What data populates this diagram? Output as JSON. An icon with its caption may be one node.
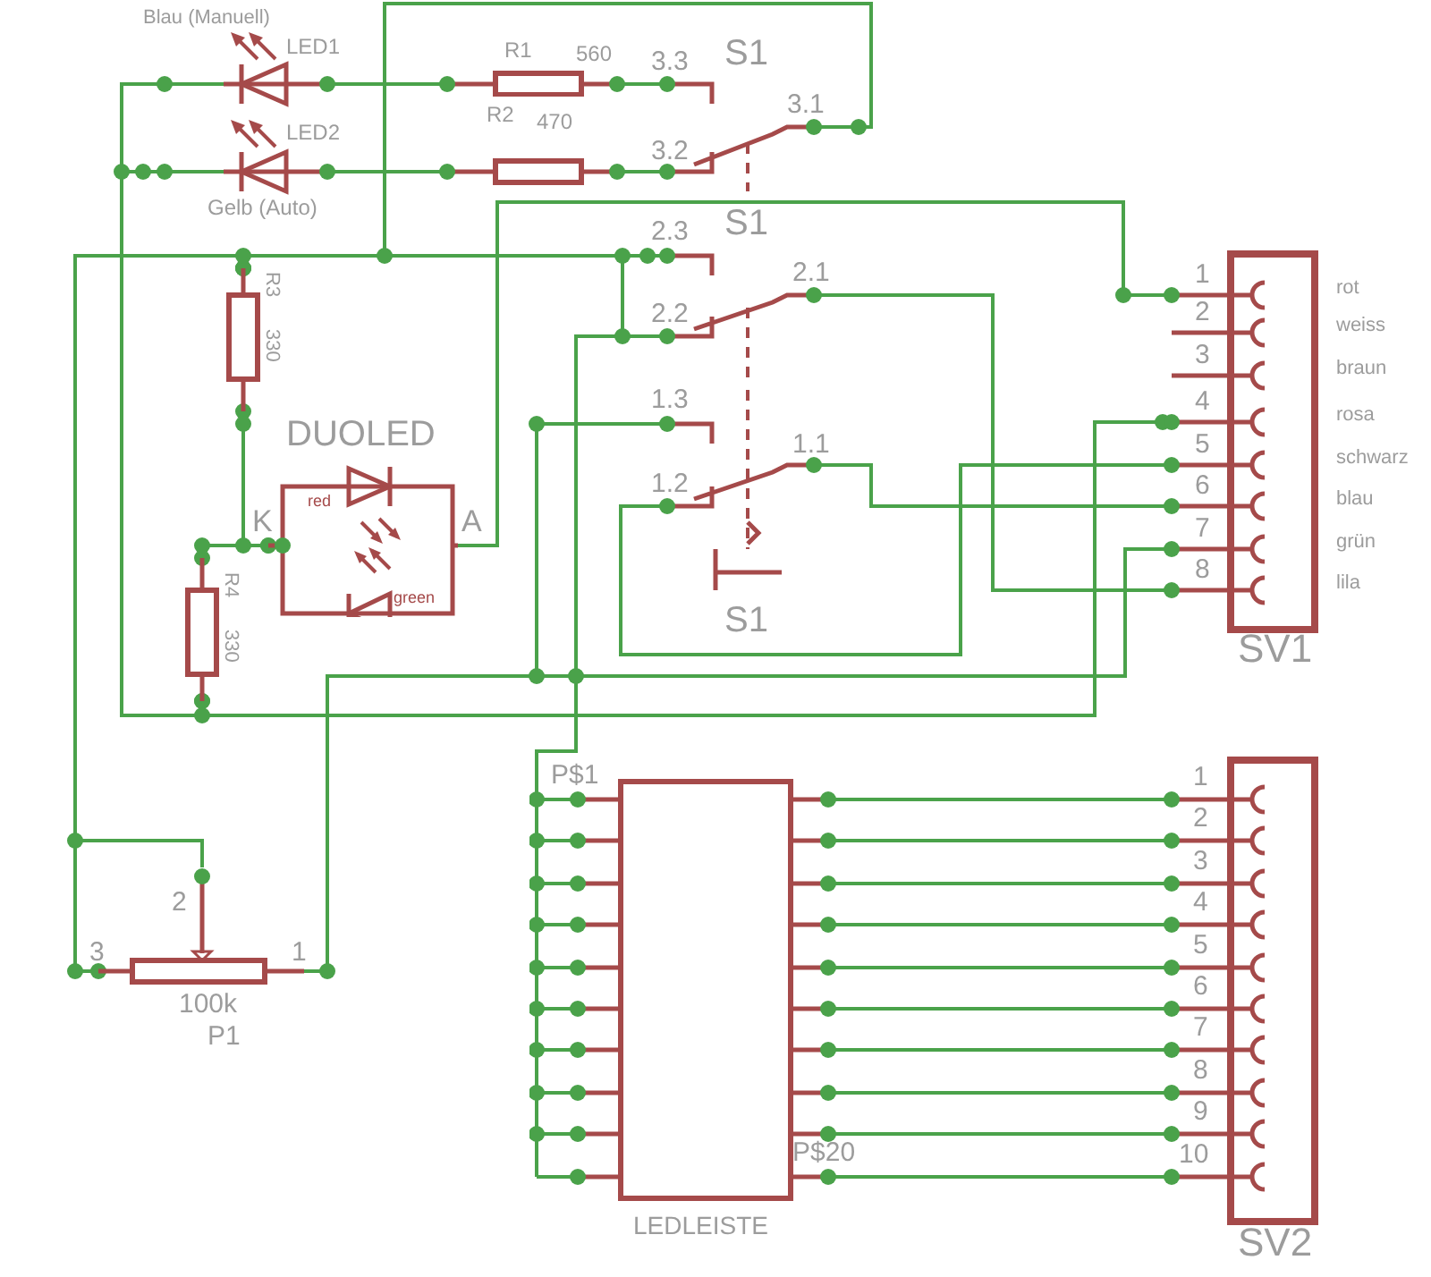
{
  "diagram": {
    "nodes": [
      {
        "text": [
          "LED1"
        ],
        "beside": [
          "Blau (Manuell)"
        ]
      },
      {
        "text": [
          "LED2"
        ],
        "beside": [
          "Gelb (Auto)"
        ]
      },
      {
        "text": [
          "R1",
          "560"
        ]
      },
      {
        "text": [
          "R2",
          "470"
        ]
      },
      {
        "text": [
          "S1"
        ]
      },
      {
        "text": [
          "S1"
        ]
      },
      {
        "text": [
          "S1"
        ]
      },
      {
        "text": [
          "R3"
        ],
        "beside": [
          "330"
        ]
      },
      {
        "text": [
          "DUOLED"
        ]
      },
      {
        "text": [
          "R4"
        ],
        "beside": [
          "330"
        ]
      },
      {
        "text": [
          "100k",
          "P1"
        ]
      },
      {
        "text": [
          "SV1"
        ]
      },
      {
        "text": [
          "LEDLEISTE"
        ]
      },
      {
        "text": [
          "SV2"
        ]
      }
    ],
    "edges": [
      {
        "from": 0,
        "to": 2,
        "arrow": "none"
      },
      {
        "from": 1,
        "to": 3,
        "arrow": "none"
      },
      {
        "from": 2,
        "to": 4,
        "arrow": "none"
      },
      {
        "from": 3,
        "to": 4,
        "arrow": "none"
      },
      {
        "from": 0,
        "to": 1,
        "arrow": "none"
      },
      {
        "from": 1,
        "to": 9,
        "arrow": "other"
      },
      {
        "from": 9,
        "to": 11,
        "arrow": "other"
      },
      {
        "from": 4,
        "to": 7,
        "arrow": "other"
      },
      {
        "from": 7,
        "to": 10,
        "arrow": "other"
      },
      {
        "from": 7,
        "to": 5,
        "arrow": "other"
      },
      {
        "from": 5,
        "to": 12,
        "arrow": "none"
      },
      {
        "from": 8,
        "to": 11,
        "arrow": "none"
      },
      {
        "from": 7,
        "to": 8,
        "arrow": "other"
      },
      {
        "from": 9,
        "to": 8,
        "arrow": "other"
      },
      {
        "from": 5,
        "to": 11,
        "arrow": "none"
      },
      {
        "from": 6,
        "to": 11,
        "arrow": "none"
      },
      {
        "from": 6,
        "to": 11,
        "arrow": "none"
      },
      {
        "from": 6,
        "to": 10,
        "arrow": "none"
      },
      {
        "from": 6,
        "to": 11,
        "arrow": "none"
      },
      {
        "from": 12,
        "to": 13,
        "arrow": "none"
      },
      {
        "from": 12,
        "to": 13,
        "arrow": "none"
      },
      {
        "from": 12,
        "to": 13,
        "arrow": "none"
      },
      {
        "from": 12,
        "to": 13,
        "arrow": "none"
      },
      {
        "from": 12,
        "to": 13,
        "arrow": "none"
      },
      {
        "from": 12,
        "to": 13,
        "arrow": "none"
      },
      {
        "from": 12,
        "to": 13,
        "arrow": "none"
      },
      {
        "from": 12,
        "to": 13,
        "arrow": "none"
      },
      {
        "from": 12,
        "to": 13,
        "arrow": "none"
      },
      {
        "from": 12,
        "to": 13,
        "arrow": "none"
      }
    ],
    "labels": [
      "3.3",
      "3.2",
      "3.1",
      "2.3",
      "2.2",
      "2.1",
      "1.3",
      "1.2",
      "1.1",
      "red",
      "K",
      "A",
      "green",
      "1",
      "rot",
      "2",
      "weiss",
      "3",
      "braun",
      "4",
      "rosa",
      "5",
      "schwarz",
      "6",
      "blau",
      "7",
      "grün",
      "8",
      "lila",
      "2",
      "3",
      "1",
      "P$1",
      "P$20",
      "1",
      "2",
      "3",
      "4",
      "5",
      "6",
      "7",
      "8",
      "9",
      "10"
    ]
  }
}
